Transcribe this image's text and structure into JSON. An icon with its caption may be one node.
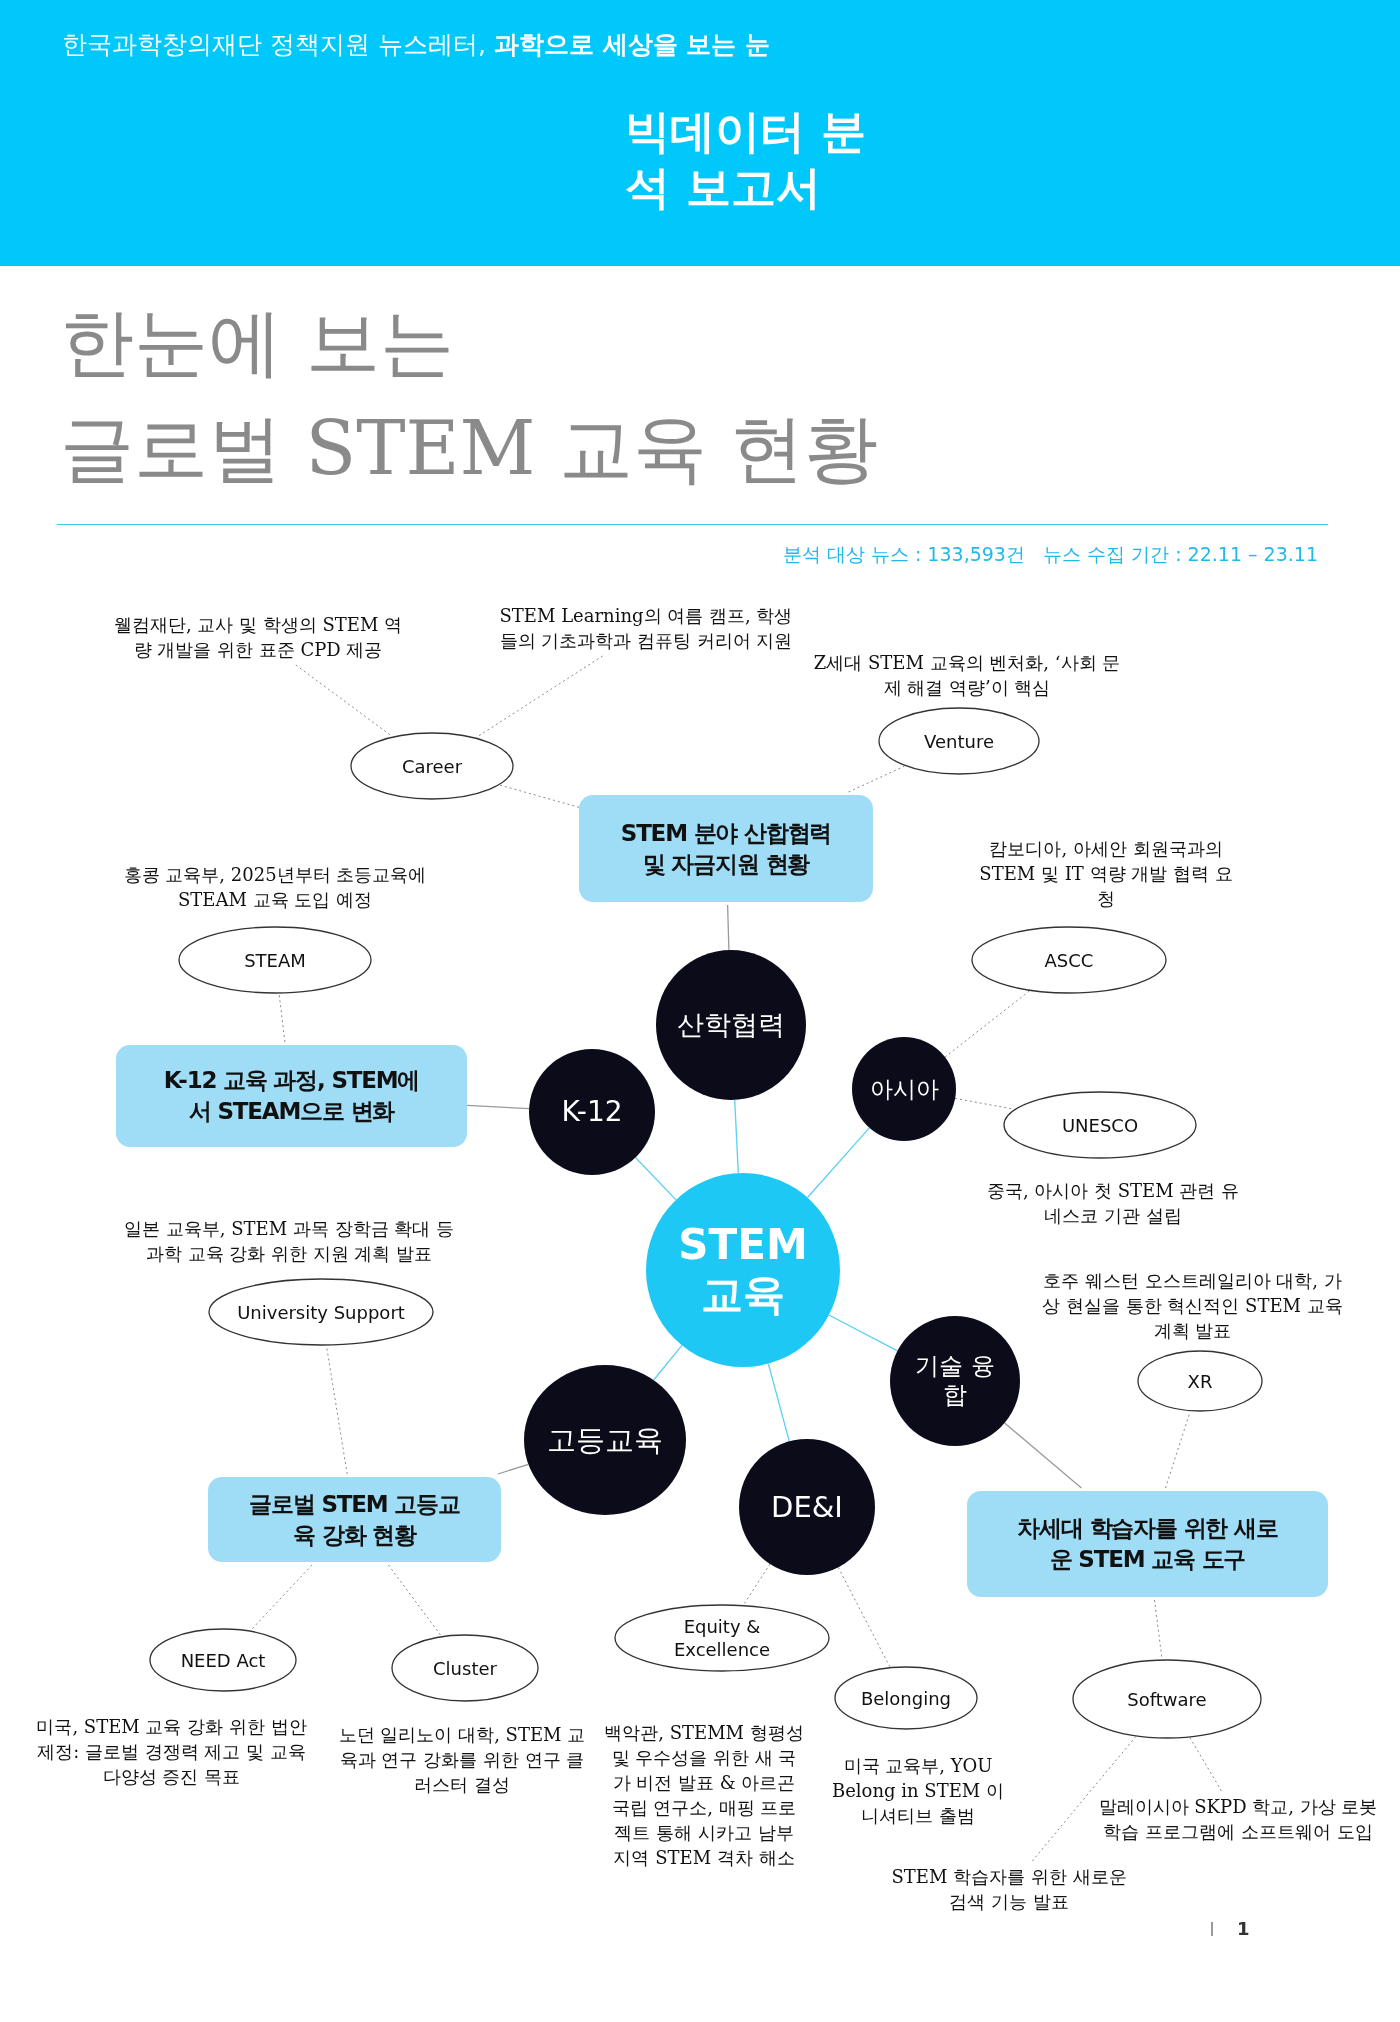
{
  "diagram": {
    "title": "글로벌 STEM 교육 현황",
    "nodes": [
      {
        "text": [
          "웰컴재단, 교사 및 학생의 STEM 역량 개발을 위한 표준 CPD 제공"
        ]
      },
      {
        "text": [
          "STEM Learning의 여름 캠프, 학생들의 기초과학과 컴퓨팅 커리어 지원"
        ]
      },
      {
        "text": [
          "Venture"
        ],
        "beside": [
          "Z세대 STEM 교육의 벤처화, ‘사회 문제 해결 역량’이 핵심"
        ]
      },
      {
        "text": [
          "Career"
        ]
      },
      {
        "text": [
          "STEM 분야 산합협력 및 자금지원 현황"
        ]
      },
      {
        "text": [
          "STEAM"
        ],
        "beside": [
          "홍콩 교육부, 2025년부터 초등교육에 STEAM 교육 도입 예정"
        ]
      },
      {
        "text": [
          "ASCC"
        ],
        "beside": [
          "캄보디아, 아세안 회원국과의 STEM 및 IT 역량 개발 협력 요청"
        ]
      },
      {
        "text": [
          "산학협력"
        ]
      },
      {
        "text": [
          "K-12 교육 과정, STEM에서 STEAM으로 변화"
        ]
      },
      {
        "text": [
          "K-12"
        ]
      },
      {
        "text": [
          "아시아"
        ]
      },
      {
        "text": [
          "UNESCO"
        ],
        "beside": [
          "중국, 아시아 첫 STEM 관련 유네스코 기관 설립"
        ]
      },
      {
        "text": [
          "STEM 교육"
        ]
      },
      {
        "text": [
          "University Support"
        ],
        "beside": [
          "일본 교육부, STEM  과목 장학금 확대 등 과학 교육 강화 위한 지원 계획 발표"
        ]
      },
      {
        "text": [
          "XR"
        ],
        "beside": [
          "호주 웨스턴 오스트레일리아 대학, 가상 현실을 통한 혁신적인 STEM 교육 계획 발표"
        ]
      },
      {
        "text": [
          "기술 융합"
        ]
      },
      {
        "text": [
          "고등교육"
        ]
      },
      {
        "text": [
          "DE&I"
        ]
      },
      {
        "text": [
          "글로벌 STEM 고등교육 강화 현황"
        ]
      },
      {
        "text": [
          "차세대 학습자를 위한 새로운 STEM 교육 도구"
        ]
      },
      {
        "text": [
          "Equity & Excellence"
        ],
        "beside": [
          "백악관, STEMM 형평성 및 우수성을 위한 새 국가 비전 발표 & 아르곤 국립 연구소, 매핑 프로젝트 통해 시카고 남부 지역 STEM 격차 해소"
        ]
      },
      {
        "text": [
          "NEED Act"
        ],
        "beside": [
          "미국, STEM 교육 강화 위한 법안 제정: 글로벌 경쟁력 제고 및 교육 다양성 증진 목표"
        ]
      },
      {
        "text": [
          "Cluster"
        ],
        "beside": [
          "노던 일리노이 대학, STEM 교육과 연구 강화를 위한 연구 클러스터 결성"
        ]
      },
      {
        "text": [
          "Belonging"
        ],
        "beside": [
          "미국 교육부, YOU Belong in STEM 이니셔티브 출범"
        ]
      },
      {
        "text": [
          "Software"
        ]
      },
      {
        "text": [
          "STEM 학습자를 위한 새로운 검색 기능 발표"
        ]
      },
      {
        "text": [
          "말레이시아 SKPD 학교, 가상 로봇 학습 프로그램에 소프트웨어 도입"
        ]
      }
    ],
    "edges": [
      {
        "from": 12,
        "to": 7,
        "arrow": "none",
        "color": "#5ccff2"
      },
      {
        "from": 12,
        "to": 9,
        "arrow": "none",
        "color": "#5ccff2"
      },
      {
        "from": 12,
        "to": 10,
        "arrow": "none",
        "color": "#5ccff2"
      },
      {
        "from": 12,
        "to": 15,
        "arrow": "none",
        "color": "#5ccff2"
      },
      {
        "from": 12,
        "to": 17,
        "arrow": "none",
        "color": "#5ccff2"
      },
      {
        "from": 12,
        "to": 16,
        "arrow": "none",
        "color": "#5ccff2"
      },
      {
        "from": 7,
        "to": 4,
        "arrow": "none"
      },
      {
        "from": 9,
        "to": 8,
        "arrow": "none"
      },
      {
        "from": 16,
        "to": 18,
        "arrow": "none"
      },
      {
        "from": 15,
        "to": 19,
        "arrow": "none"
      },
      {
        "from": 4,
        "to": 3,
        "arrow": "none",
        "style": "dashed"
      },
      {
        "from": 4,
        "to": 2,
        "arrow": "none",
        "style": "dashed"
      },
      {
        "from": 0,
        "to": 3,
        "arrow": "none",
        "style": "dashed"
      },
      {
        "from": 1,
        "to": 3,
        "arrow": "none",
        "style": "dashed"
      },
      {
        "from": 8,
        "to": 5,
        "arrow": "none",
        "style": "dashed"
      },
      {
        "from": 10,
        "to": 6,
        "arrow": "none",
        "style": "dashed"
      },
      {
        "from": 10,
        "to": 11,
        "arrow": "none",
        "style": "dashed"
      },
      {
        "from": 18,
        "to": 13,
        "arrow": "none",
        "style": "dashed"
      },
      {
        "from": 18,
        "to": 21,
        "arrow": "none",
        "style": "dashed"
      },
      {
        "from": 18,
        "to": 22,
        "arrow": "none",
        "style": "dashed"
      },
      {
        "from": 17,
        "to": 20,
        "arrow": "none",
        "style": "dashed"
      },
      {
        "from": 17,
        "to": 23,
        "arrow": "none",
        "style": "dashed"
      },
      {
        "from": 19,
        "to": 14,
        "arrow": "none",
        "style": "dashed"
      },
      {
        "from": 19,
        "to": 24,
        "arrow": "none",
        "style": "dashed"
      },
      {
        "from": 25,
        "to": 24,
        "arrow": "none",
        "style": "dashed"
      },
      {
        "from": 26,
        "to": 24,
        "arrow": "none",
        "style": "dashed"
      }
    ],
    "labels": [
      "한국과학창의재단 정책지원 뉴스레터, **과학으로 세상을 보는 눈**",
      "빅데이터 분석 보고서",
      "한눈에 보는",
      "분석 대상 뉴스 : 133,593건   뉴스 수집 기간 : 22.11 – 23.11",
      "1"
    ]
  }
}
